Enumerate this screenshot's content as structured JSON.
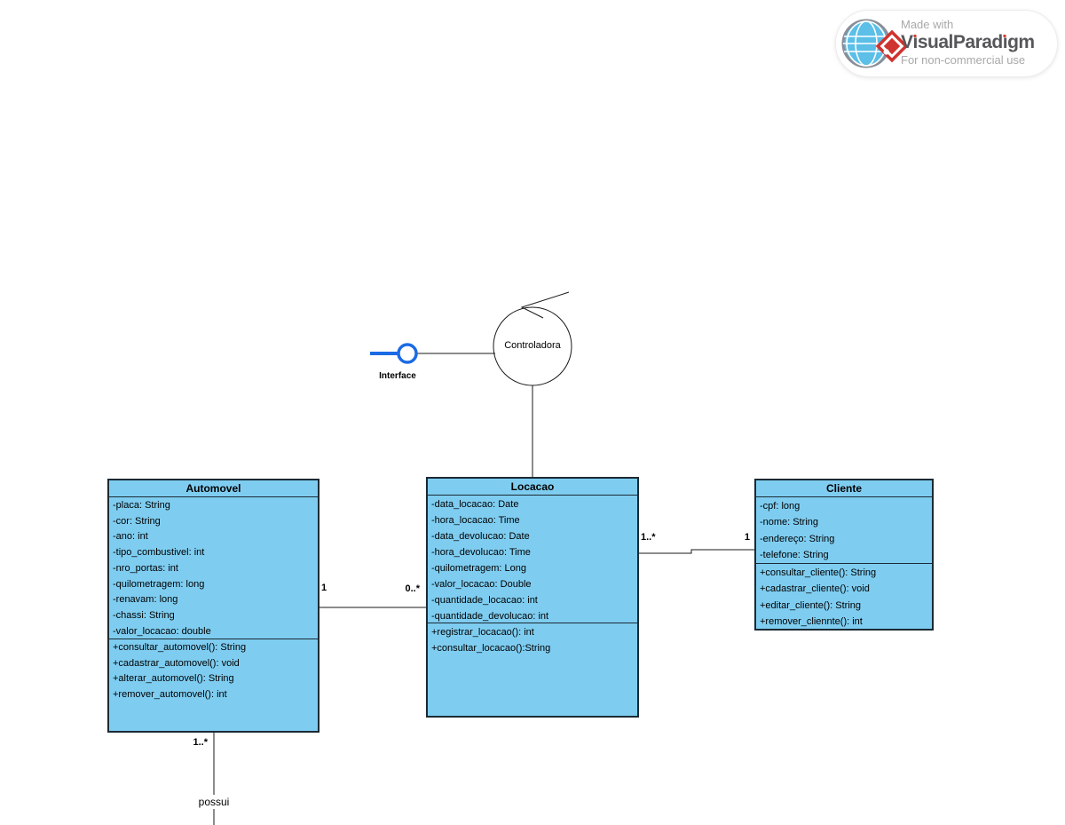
{
  "badge": {
    "made_with": "Made with",
    "brand": {
      "v": "V",
      "i1": "ı",
      "mid": "sual",
      "p": "Parad",
      "i2": "ı",
      "end": "gm"
    },
    "subtitle": "For non-commercial use"
  },
  "controller": {
    "name": "Controladora",
    "interface_label": "Interface"
  },
  "classes": [
    {
      "name": "Automovel",
      "attributes": [
        "-placa: String",
        "-cor: String",
        "-ano: int",
        "-tipo_combustivel: int",
        "-nro_portas: int",
        "-quilometragem: long",
        "-renavam: long",
        "-chassi: String",
        "-valor_locacao: double"
      ],
      "methods": [
        "+consultar_automovel(): String",
        "+cadastrar_automovel(): void",
        "+alterar_automovel(): String",
        "+remover_automovel(): int"
      ]
    },
    {
      "name": "Locacao",
      "attributes": [
        "-data_locacao: Date",
        "-hora_locacao: Time",
        "-data_devolucao: Date",
        "-hora_devolucao: Time",
        "-quilometragem: Long",
        "-valor_locacao: Double",
        "-quantidade_locacao: int",
        "-quantidade_devolucao: int"
      ],
      "methods": [
        "+registrar_locacao(): int",
        "+consultar_locacao():String"
      ]
    },
    {
      "name": "Cliente",
      "attributes": [
        "-cpf: long",
        "-nome: String",
        "-endereço: String",
        "-telefone: String"
      ],
      "methods": [
        "+consultar_cliente(): String",
        "+cadastrar_cliente(): void",
        "+editar_cliente(): String",
        "+remover_cliennte(): int"
      ]
    }
  ],
  "associations": {
    "automovel_locacao": {
      "left_mult": "1",
      "right_mult": "0..*"
    },
    "locacao_cliente": {
      "left_mult": "1..*",
      "right_mult": "1"
    },
    "automovel_possui": {
      "mult": "1..*",
      "label": "possui"
    }
  },
  "colors": {
    "class_fill": "#7ECDF1",
    "class_border": "#1b2a33",
    "interface_blue": "#1b6ae6",
    "brand_red": "#d43b30",
    "brand_dark": "#56575a",
    "brand_gray": "#a9a9a9"
  }
}
